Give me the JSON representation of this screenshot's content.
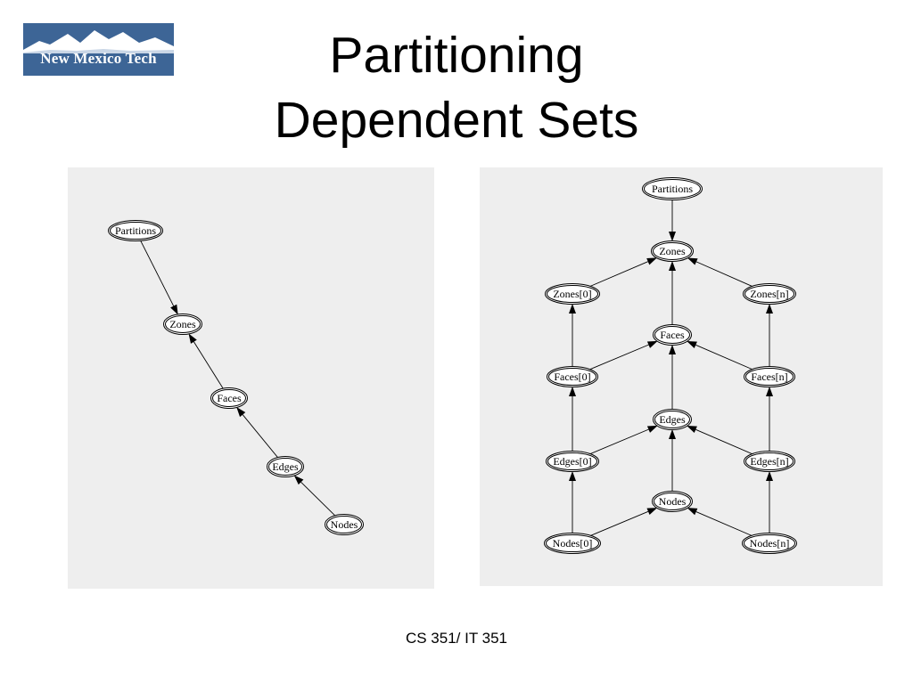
{
  "logo": {
    "text": "New Mexico Tech",
    "bg": "#3d6596"
  },
  "slide": {
    "title_line1": "Partitioning",
    "title_line2": "Dependent Sets",
    "footer": "CS 351/ IT 351"
  },
  "diagram_left": {
    "nodes": [
      {
        "id": "partitions",
        "label": "Partitions"
      },
      {
        "id": "zones",
        "label": "Zones"
      },
      {
        "id": "faces",
        "label": "Faces"
      },
      {
        "id": "edges",
        "label": "Edges"
      },
      {
        "id": "nodes",
        "label": "Nodes"
      }
    ],
    "edges": [
      {
        "from": "partitions",
        "to": "zones"
      },
      {
        "from": "faces",
        "to": "zones"
      },
      {
        "from": "edges",
        "to": "faces"
      },
      {
        "from": "nodes",
        "to": "edges"
      }
    ]
  },
  "diagram_right": {
    "nodes": [
      {
        "id": "partitions",
        "label": "Partitions"
      },
      {
        "id": "zones",
        "label": "Zones"
      },
      {
        "id": "zones0",
        "label": "Zones[0]"
      },
      {
        "id": "zonesn",
        "label": "Zones[n]"
      },
      {
        "id": "faces",
        "label": "Faces"
      },
      {
        "id": "faces0",
        "label": "Faces[0]"
      },
      {
        "id": "facesn",
        "label": "Faces[n]"
      },
      {
        "id": "edges",
        "label": "Edges"
      },
      {
        "id": "edges0",
        "label": "Edges[0]"
      },
      {
        "id": "edgesn",
        "label": "Edges[n]"
      },
      {
        "id": "nodes",
        "label": "Nodes"
      },
      {
        "id": "nodes0",
        "label": "Nodes[0]"
      },
      {
        "id": "nodesn",
        "label": "Nodes[n]"
      }
    ],
    "edges": [
      {
        "from": "partitions",
        "to": "zones"
      },
      {
        "from": "zones0",
        "to": "zones"
      },
      {
        "from": "zonesn",
        "to": "zones"
      },
      {
        "from": "faces",
        "to": "zones"
      },
      {
        "from": "faces0",
        "to": "zones0"
      },
      {
        "from": "facesn",
        "to": "zonesn"
      },
      {
        "from": "faces0",
        "to": "faces"
      },
      {
        "from": "facesn",
        "to": "faces"
      },
      {
        "from": "edges",
        "to": "faces"
      },
      {
        "from": "edges0",
        "to": "faces0"
      },
      {
        "from": "edgesn",
        "to": "facesn"
      },
      {
        "from": "edges0",
        "to": "edges"
      },
      {
        "from": "edgesn",
        "to": "edges"
      },
      {
        "from": "nodes",
        "to": "edges"
      },
      {
        "from": "nodes0",
        "to": "edges0"
      },
      {
        "from": "nodesn",
        "to": "edgesn"
      },
      {
        "from": "nodes0",
        "to": "nodes"
      },
      {
        "from": "nodesn",
        "to": "nodes"
      }
    ]
  }
}
